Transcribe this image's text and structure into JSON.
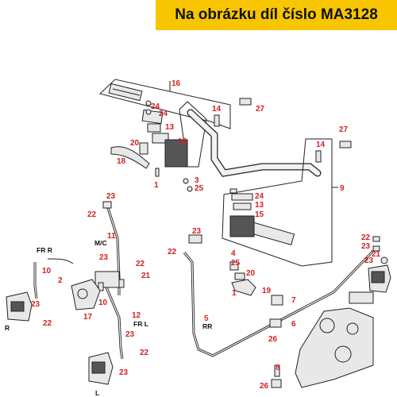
{
  "banner": {
    "text": "Na obrázku díl číslo MA3128",
    "color": "#f7c600"
  },
  "callout_color": "#d42020",
  "callouts": {
    "c16": "16",
    "c14a": "14",
    "c27a": "27",
    "c24a": "24",
    "c24b": "24",
    "c13a": "13",
    "c15a": "15",
    "c20a": "20",
    "c18": "18",
    "c1a": "1",
    "c3a": "3",
    "c25a": "25",
    "c27b": "27",
    "c14b": "14",
    "c9": "9",
    "c24c": "24",
    "c13b": "13",
    "c15b": "15",
    "c23a": "23",
    "c22a": "22",
    "c11": "11",
    "c23b": "23",
    "c22b": "22",
    "c21a": "21",
    "c2a": "2",
    "c10a": "10",
    "c10b": "10",
    "c17": "17",
    "c23c": "23",
    "c22c": "22",
    "c12": "12",
    "c23d": "23",
    "c22d": "22",
    "c23e": "23",
    "c23f": "23",
    "c22e": "22",
    "c4": "4",
    "c25b": "25",
    "c20b": "20",
    "c1b": "1",
    "c19": "19",
    "c5": "5",
    "c7": "7",
    "c6": "6",
    "c26a": "26",
    "c22f": "22",
    "c23g": "23",
    "c21b": "21",
    "c23h": "23",
    "c8": "8",
    "c26b": "26"
  },
  "labels": {
    "mc": "M/C",
    "frr": "FR R",
    "r": "R",
    "frl": "FR L",
    "l": "L",
    "rr": "RR"
  }
}
